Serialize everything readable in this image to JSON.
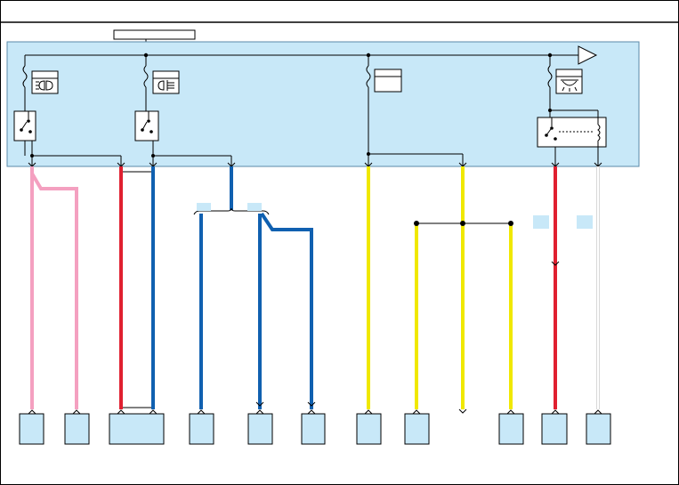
{
  "header": {
    "title": "",
    "source_label": ""
  },
  "colors": {
    "junction_box_fill": "#c8e8f8",
    "connector_fill": "#c8e8f8",
    "outline": "#000000",
    "wire_pink": "#f4a0c0",
    "wire_red": "#e02030",
    "wire_blue": "#1060b0",
    "wire_yellow": "#f0e800",
    "wire_white": "#e8e8e8"
  },
  "junction_box": {
    "icons": [
      "headlamp-icon",
      "fog-lamp-icon",
      "blank-label-icon",
      "interior-lamp-icon"
    ],
    "fuses": [
      "fuse-headlamp",
      "fuse-fog",
      "fuse-3",
      "fuse-4"
    ],
    "switches": [
      "headlamp-switch",
      "fog-switch"
    ],
    "relay": "interior-lamp-relay"
  },
  "wires": [
    {
      "id": "pink-1",
      "color": "pink"
    },
    {
      "id": "pink-2",
      "color": "pink"
    },
    {
      "id": "red-1",
      "color": "red"
    },
    {
      "id": "blue-1",
      "color": "blue"
    },
    {
      "id": "blue-2",
      "color": "blue"
    },
    {
      "id": "blue-3",
      "color": "blue"
    },
    {
      "id": "blue-4",
      "color": "blue"
    },
    {
      "id": "yellow-1",
      "color": "yellow"
    },
    {
      "id": "yellow-2",
      "color": "yellow"
    },
    {
      "id": "yellow-3",
      "color": "yellow"
    },
    {
      "id": "yellow-4",
      "color": "yellow"
    },
    {
      "id": "red-2",
      "color": "red"
    },
    {
      "id": "white-1",
      "color": "white"
    }
  ],
  "connectors_count": 11
}
